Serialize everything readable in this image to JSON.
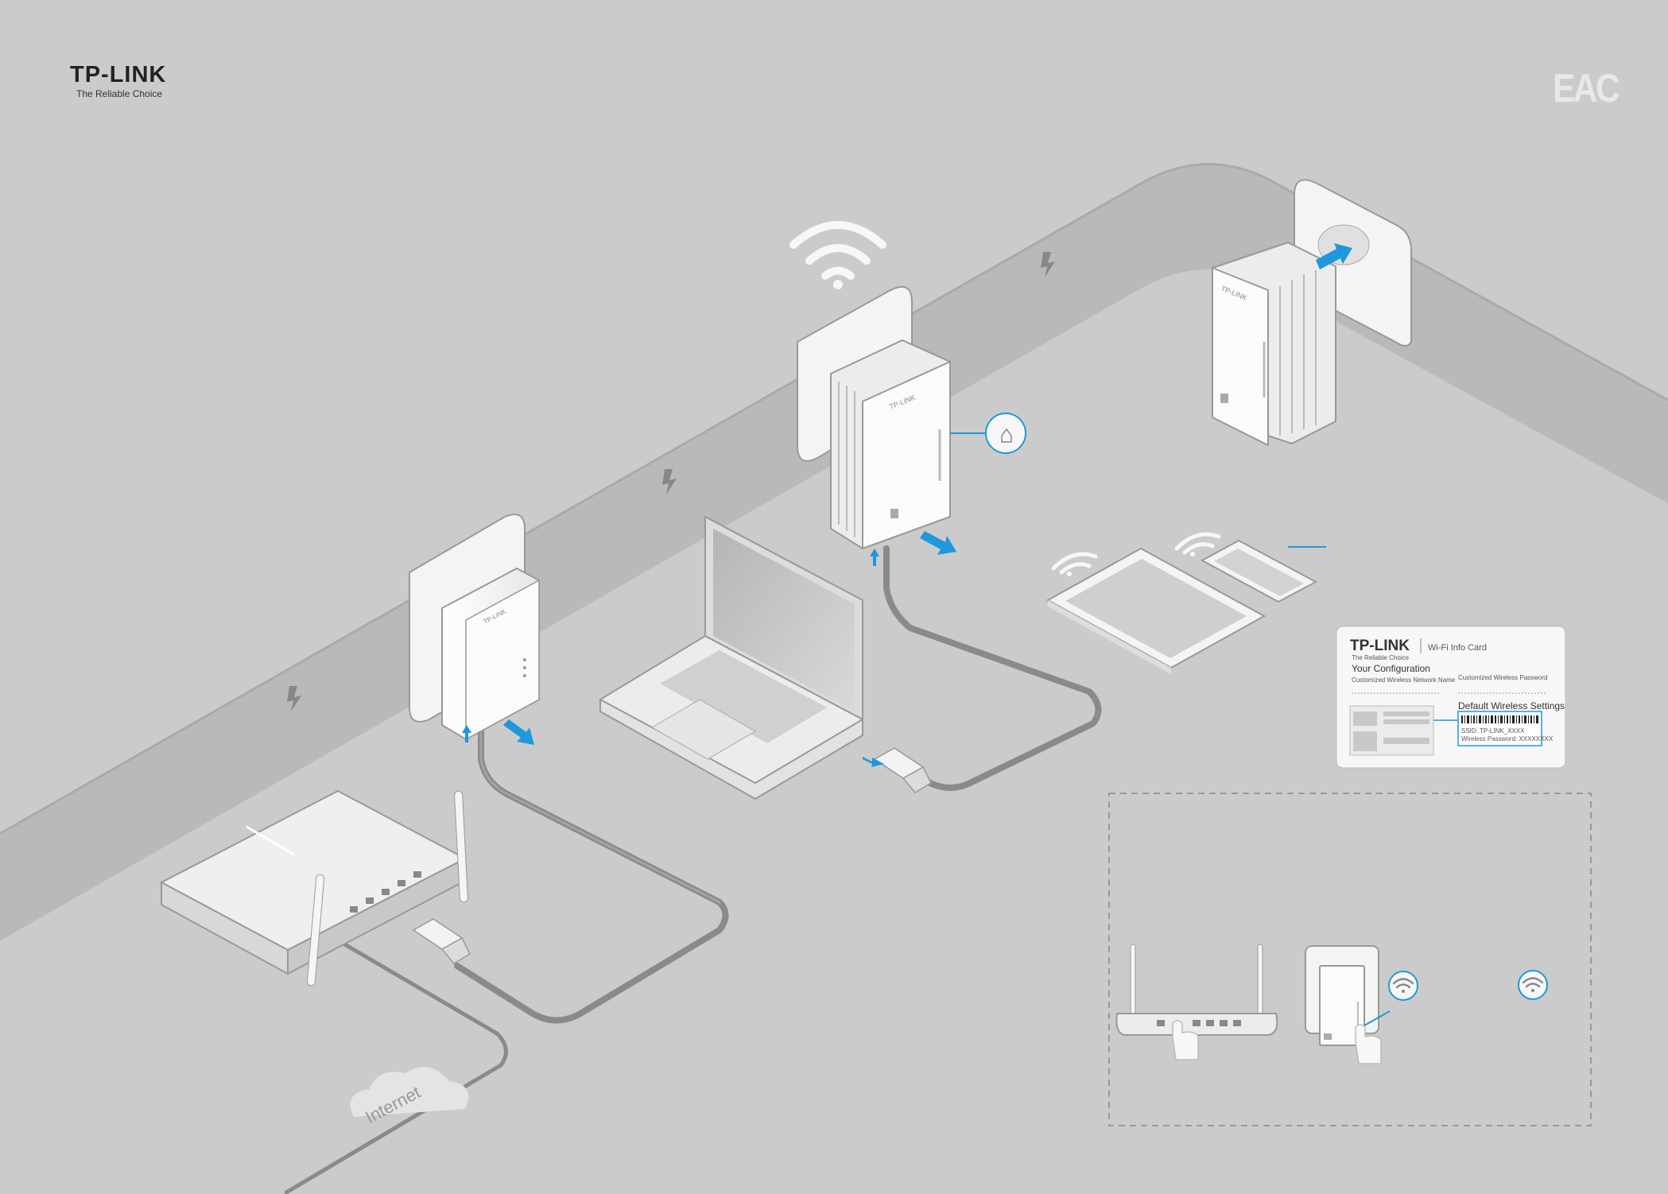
{
  "brand": {
    "name": "TP-LINK",
    "tagline": "The Reliable Choice"
  },
  "certification_mark": "EAC",
  "device_labels": {
    "adapter_brand": "TP-LINK"
  },
  "wifi_card": {
    "brand": "TP-LINK",
    "tagline": "The Reliable Choice",
    "title": "Wi-Fi Info Card",
    "your_configuration": "Your Configuration",
    "network_name_label": "Customized Wireless Network Name",
    "password_label": "Customized Wireless Password",
    "default_settings": "Default Wireless Settings",
    "ssid": "SSID: TP-LINK_XXXX",
    "wireless_password": "Wireless Password: XXXXXXXX"
  },
  "cloud_label": "Internet",
  "colors": {
    "background": "#cbcbcb",
    "wall_band": "#b8b8b8",
    "accent_blue": "#1e98dc",
    "device_white": "#f7f7f7",
    "cable": "#8a8a8a"
  },
  "icons": [
    "wifi-icon",
    "lightning-icon",
    "arrow-icon",
    "hand-press-icon",
    "house-icon",
    "cloud-icon"
  ]
}
